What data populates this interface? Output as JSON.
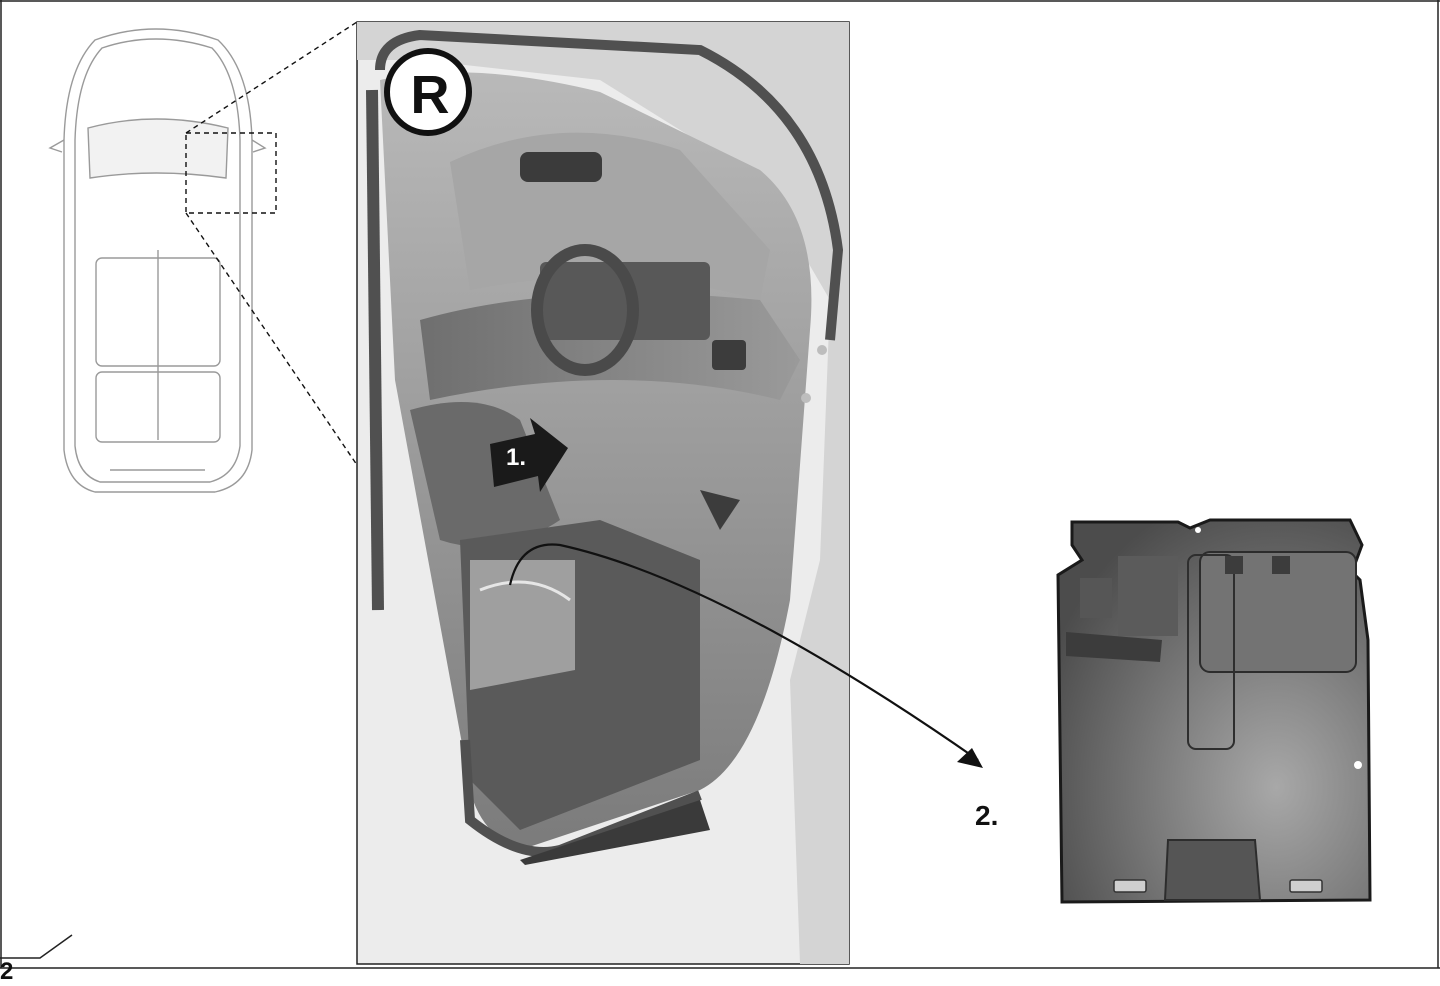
{
  "diagram": {
    "side_badge": "R",
    "step1_label": "1.",
    "step2_label": "2.",
    "page_number": "2"
  },
  "colors": {
    "line": "#1a1a1a",
    "light_gray": "#d6d6d6",
    "mid_gray": "#8c8c8c",
    "dark_gray": "#5e5e5e",
    "panel": "#4a4a4a"
  },
  "icons": {
    "car_top_view": "car-top-view-icon",
    "door_opening": "door-interior-illustration",
    "floor_cover": "floor-cover-panel-illustration"
  }
}
